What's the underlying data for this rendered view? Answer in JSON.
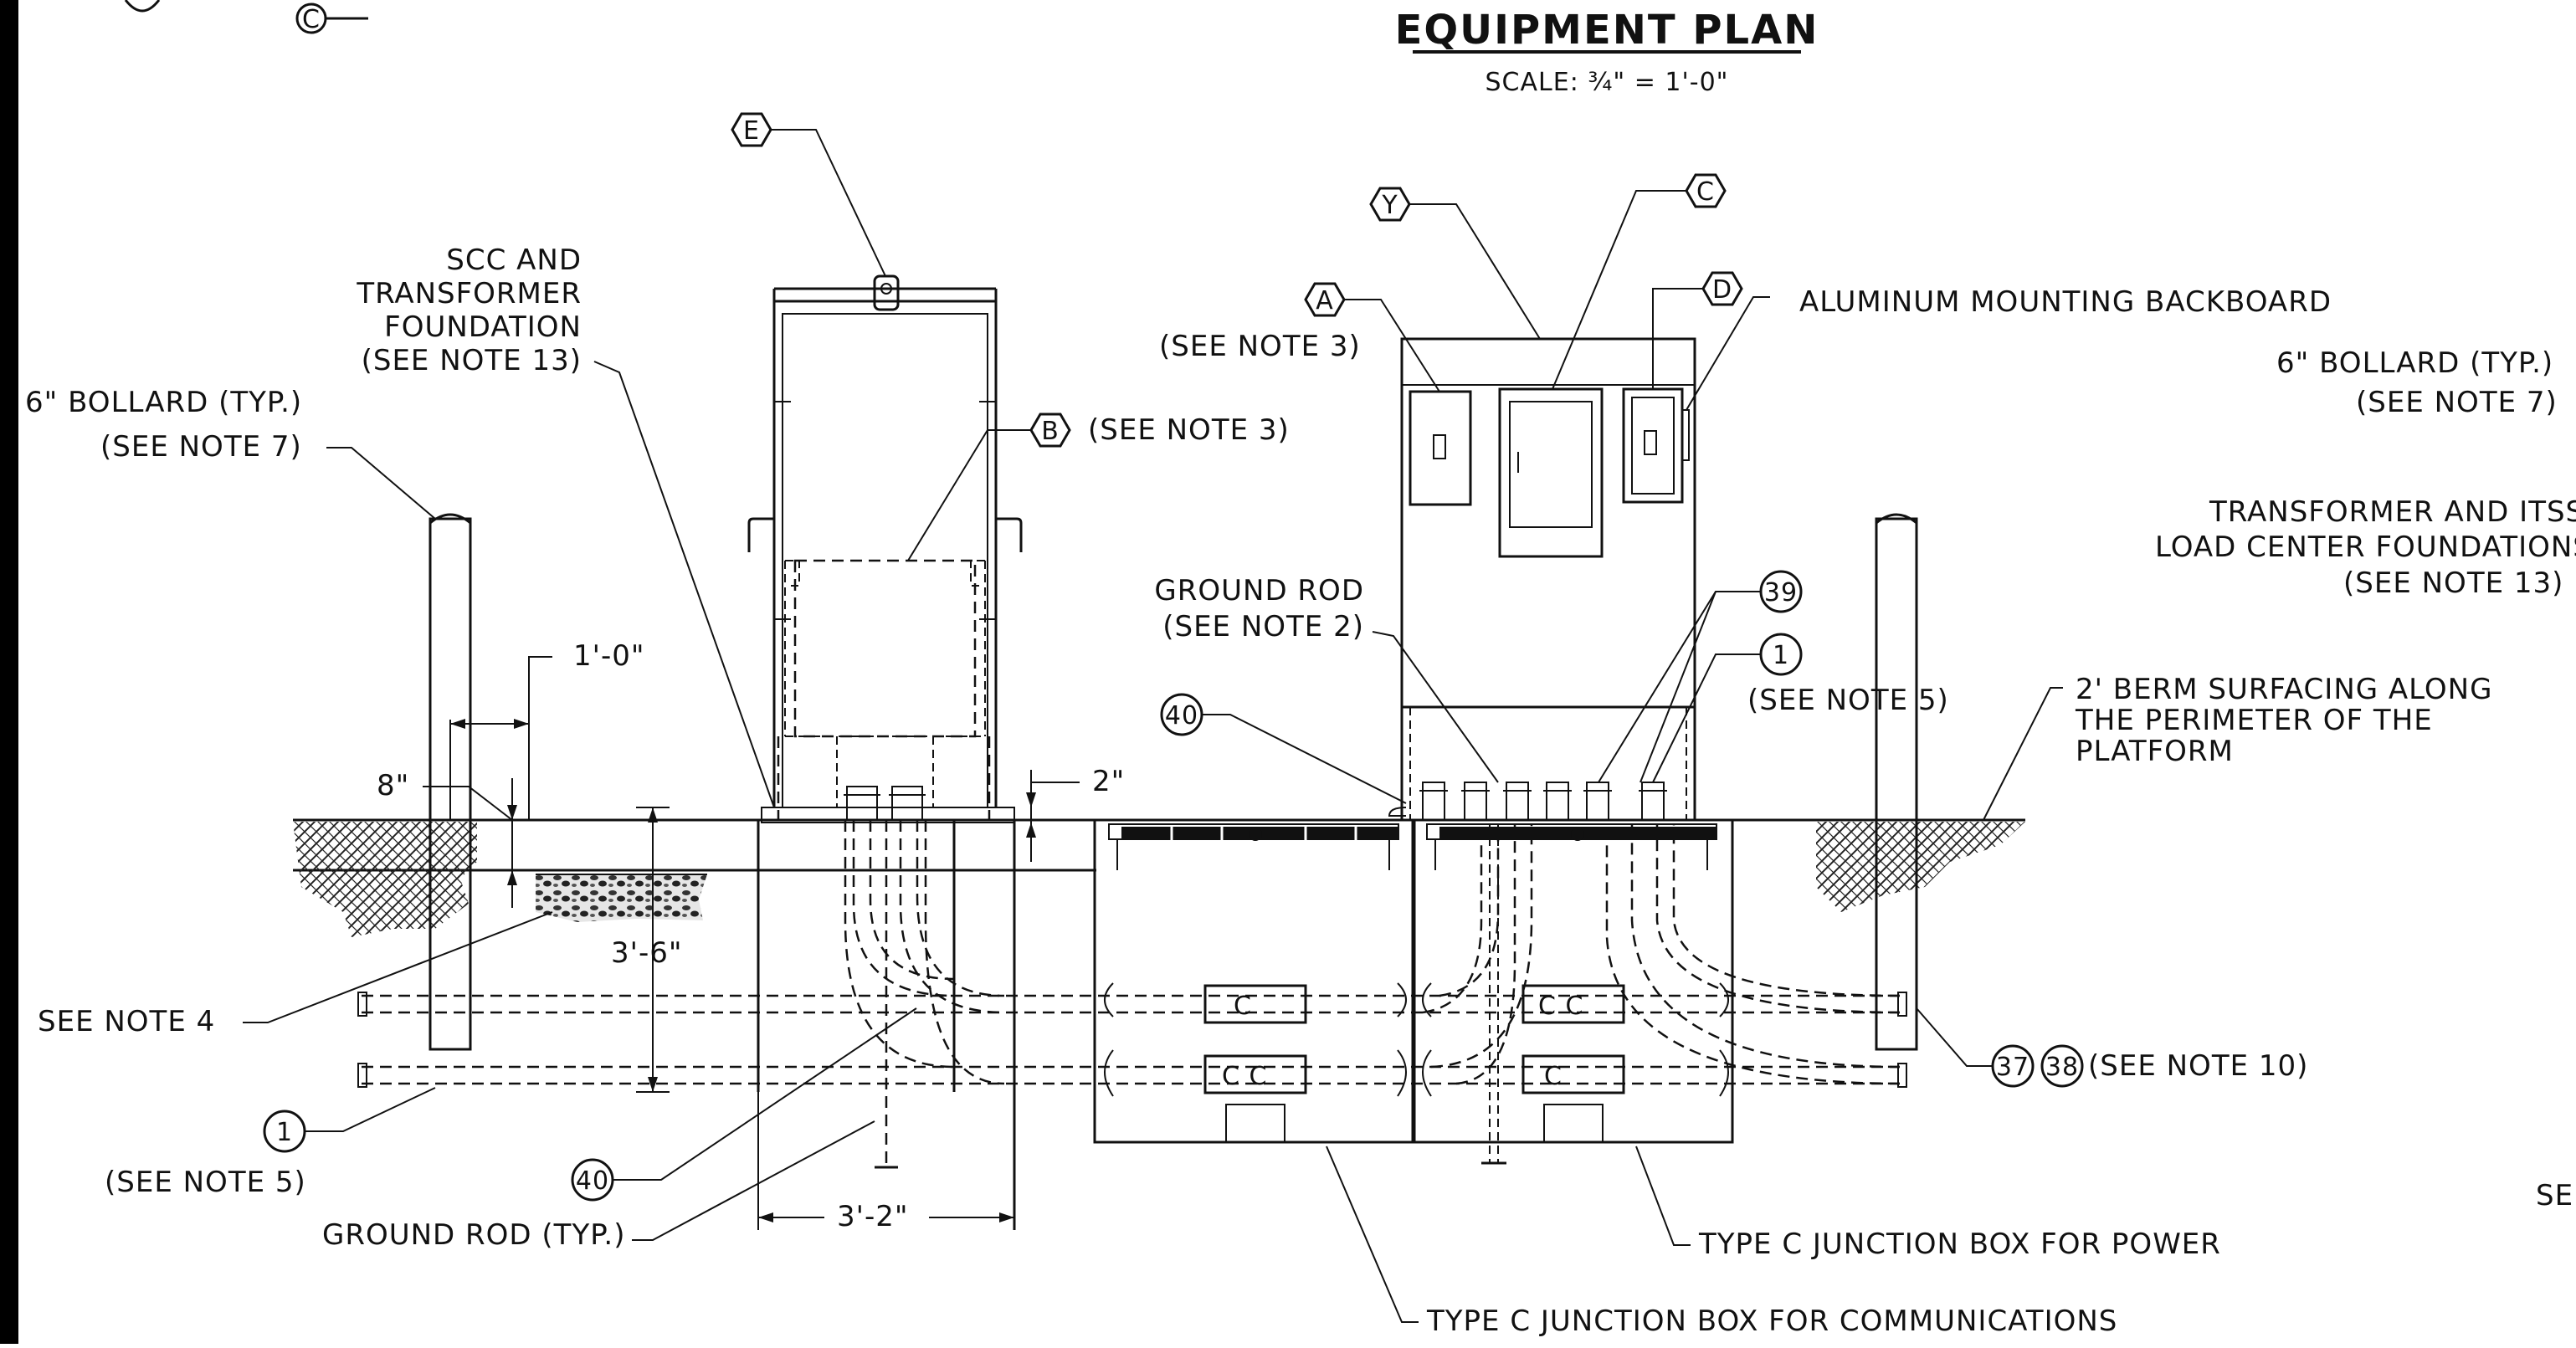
{
  "title": "EQUIPMENT PLAN",
  "scale": "SCALE: ¾\" = 1'-0\"",
  "tags": {
    "c_top_left": "C",
    "e": "E",
    "b": "B",
    "y": "Y",
    "c": "C",
    "a": "A",
    "d": "D",
    "n39": "39",
    "n1_right": "1",
    "n40_mid": "40",
    "n1_left": "1",
    "n40_low": "40",
    "n37": "37",
    "n38": "38"
  },
  "labels": {
    "scc_line1": "SCC AND",
    "scc_line2": "TRANSFORMER",
    "scc_line3": "FOUNDATION",
    "scc_line4": "(SEE NOTE 13)",
    "bollard_left_1": "6\" BOLLARD (TYP.)",
    "bollard_left_2": "(SEE NOTE 7)",
    "see_note3_a": "(SEE NOTE 3)",
    "see_note3_b": "(SEE NOTE 3)",
    "alum_backboard": "ALUMINUM MOUNTING BACKBOARD",
    "bollard_right_1": "6\" BOLLARD (TYP.)",
    "bollard_right_2": "(SEE NOTE 7)",
    "trans_itss_1": "TRANSFORMER AND ITSS",
    "trans_itss_2": "LOAD CENTER FOUNDATIONS",
    "trans_itss_3": "(SEE NOTE 13)",
    "ground_rod_1": "GROUND ROD",
    "ground_rod_2": "(SEE NOTE 2)",
    "see_note5_right": "(SEE NOTE 5)",
    "berm_1": "2' BERM SURFACING ALONG",
    "berm_2": "THE PERIMETER OF THE",
    "berm_3": "PLATFORM",
    "dim_1ft": "1'-0\"",
    "dim_8in": "8\"",
    "dim_2in": "2\"",
    "dim_3ft6": "3'-6\"",
    "see_note4": "SEE NOTE 4",
    "see_note10": "(SEE NOTE 10)",
    "see_note5_left": "(SEE NOTE 5)",
    "ground_rod_typ": "GROUND ROD (TYP.)",
    "dim_3ft2": "3'-2\"",
    "jb_power": "TYPE C JUNCTION BOX FOR POWER",
    "jb_comm": "TYPE C JUNCTION BOX FOR COMMUNICATIONS",
    "edge_se": "SE",
    "pull_c1": "C",
    "pull_cc1": "C C",
    "pull_c2": "C C",
    "pull_cc2": "C"
  }
}
